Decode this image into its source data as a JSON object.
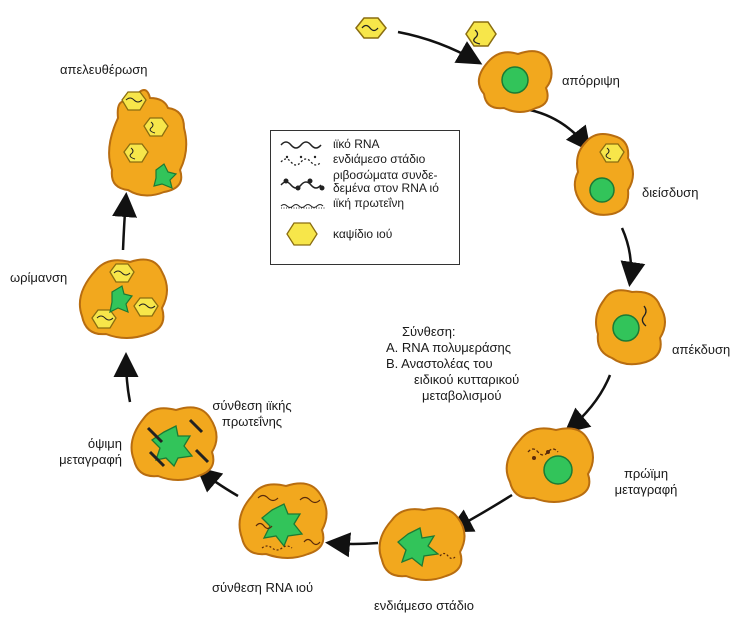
{
  "colors": {
    "cell": "#f2a81e",
    "cell_edge": "#b86d10",
    "nucleus": "#32c45a",
    "capsid": "#f7e64a",
    "arrow": "#111111"
  },
  "stages": {
    "apelevtherosi": "απελευθέρωση",
    "aporrofisi": "απόρριψη",
    "dieisdysi": "διείσδυση",
    "apekdysi": "απέκδυση",
    "proimi": [
      "πρώϊμη",
      "μεταγραφή"
    ],
    "endiameso": "ενδιάμεσο στάδιο",
    "synthesi_rna": "σύνθεση RNA ιού",
    "opsimi": [
      "όψιμη",
      "μεταγραφή"
    ],
    "synthesi_proteinis": [
      "σύνθεση ιϊκής",
      "πρωτεΐνης"
    ],
    "orimansi": "ωρίμανση"
  },
  "legend": {
    "items": [
      {
        "icon": "wavy-line-icon",
        "lines": [
          "ιϊκό RNA"
        ]
      },
      {
        "icon": "dashed-wavy-icon",
        "lines": [
          "ενδιάμεσο στάδιο"
        ]
      },
      {
        "icon": "ribosome-rna-icon",
        "lines": [
          "ριβοσώματα συνδε-",
          "δεμένα στον RNA ιό"
        ]
      },
      {
        "icon": "protein-chain-icon",
        "lines": [
          "ιϊκή πρωτεΐνη"
        ]
      },
      {
        "icon": "hexagon-capsid-icon",
        "lines": [
          "καψίδιο ιού"
        ]
      }
    ]
  },
  "synthesis": {
    "title": "Σύνθεση:",
    "a": "Α. RNA πολυμεράσης",
    "b": [
      "Β. Αναστολέας του",
      "ειδικού κυτταρικού",
      "μεταβολισμού"
    ]
  }
}
